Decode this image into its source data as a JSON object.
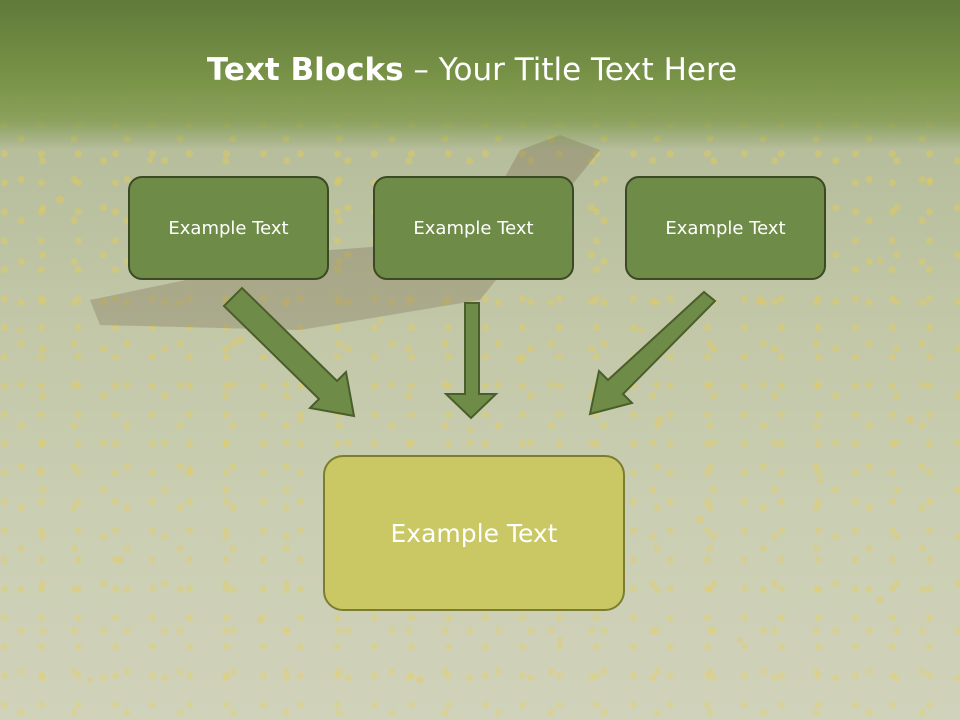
{
  "slide": {
    "title_bold": "Text Blocks",
    "title_separator": " – ",
    "title_rest": "Your Title Text Here"
  },
  "blocks": [
    {
      "text": "Example Text"
    },
    {
      "text": "Example Text"
    },
    {
      "text": "Example Text"
    }
  ],
  "target_block": {
    "text": "Example Text"
  },
  "colors": {
    "title_band": "#6e8a40",
    "block_fill": "#6e8b47",
    "block_border": "#3b4a25",
    "target_fill": "#c9c864",
    "target_border": "#7c7d30",
    "arrow_fill": "#6e8b47",
    "arrow_stroke": "#4a5e2b"
  }
}
